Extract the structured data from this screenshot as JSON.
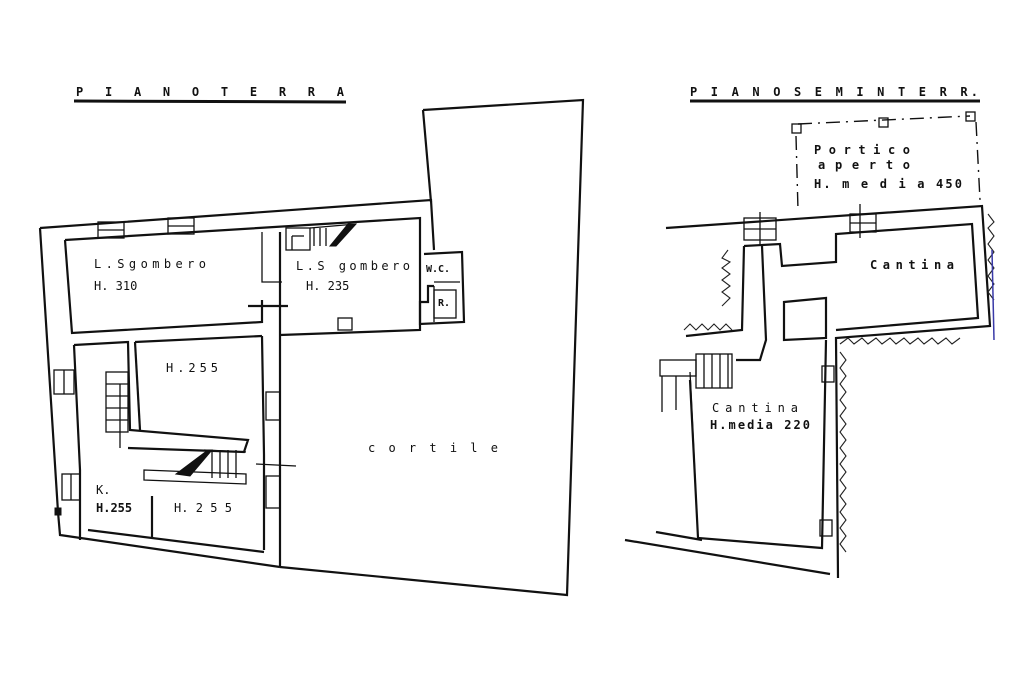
{
  "plans": [
    {
      "title": "P I A N O   T E R R A",
      "rooms": [
        {
          "name": "L.Sgombero",
          "height": "H. 310"
        },
        {
          "name": "L.S gombero",
          "height": "H. 235"
        },
        {
          "name": "W.C.",
          "height": ""
        },
        {
          "name": "R.",
          "height": ""
        },
        {
          "name": "",
          "height": "H.255"
        },
        {
          "name": "K.",
          "height": "H.255"
        },
        {
          "name": "",
          "height": "H. 2 5 5"
        },
        {
          "name": "c o r t i l e",
          "height": ""
        }
      ]
    },
    {
      "title": "P I A N O   S E M I N T E R R.",
      "rooms": [
        {
          "name": "P o r t i c o",
          "sub": "a p e r t o",
          "height": "H. m e d i a 450"
        },
        {
          "name": "C a n t i n a",
          "height": ""
        },
        {
          "name": "C a n t i n a",
          "height": "H.media 220"
        }
      ]
    }
  ],
  "colors": {
    "ink": "#111111",
    "paper": "#ffffff",
    "accent": "#3a3aa8"
  }
}
